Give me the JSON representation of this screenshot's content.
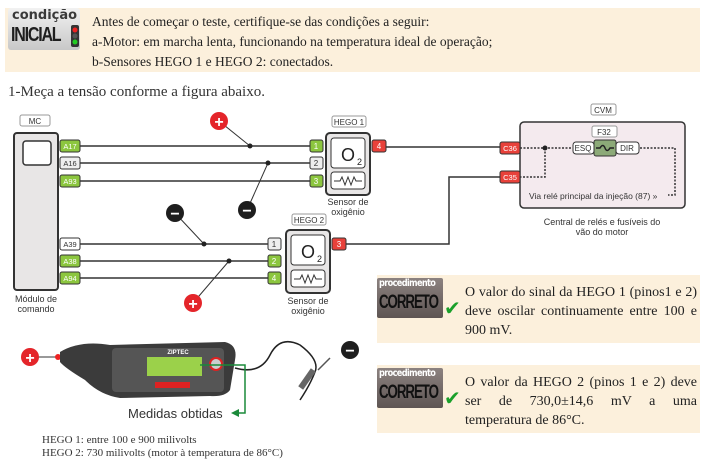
{
  "condition": {
    "badge_top": "condição",
    "badge_bottom": "INICIAL",
    "lines": [
      "Antes de começar o teste, certifique-se das condições a seguir:",
      "a-Motor: em marcha lenta, funcionando na temperatura ideal de operação;",
      "b-Sensores  HEGO 1 e HEGO 2: conectados."
    ]
  },
  "step": "1-Meça a tensão conforme a figura abaixo.",
  "diagram": {
    "mc": {
      "label": "MC",
      "caption1": "Módulo de",
      "caption2": "comando",
      "pins": [
        "A17",
        "A16",
        "A93",
        "A39",
        "A38",
        "A94"
      ]
    },
    "hego1": {
      "label": "HEGO 1",
      "pins": [
        "1",
        "2",
        "3"
      ],
      "out_pin": "4",
      "o2": "O",
      "sub": "2",
      "caption1": "Sensor de",
      "caption2": "oxigênio"
    },
    "hego2": {
      "label": "HEGO 2",
      "pins": [
        "1",
        "2",
        "4"
      ],
      "out_pin": "3",
      "o2": "O",
      "sub": "2",
      "caption1": "Sensor de",
      "caption2": "oxigênio"
    },
    "cvm": {
      "label": "CVM",
      "fuse": "F32",
      "left": "ESQ",
      "right": "DIR",
      "pins": [
        "C36",
        "C35"
      ],
      "relay_text": "Via relé principal da injeção (87) »",
      "caption1": "Central de relés e fusíveis do",
      "caption2": "vão do motor"
    },
    "plus": "+",
    "minus": "−"
  },
  "meter": {
    "brand": "ZIPTEC",
    "result_label": "Medidas obtidas"
  },
  "procedures": [
    {
      "badge_top": "procedimento",
      "badge_bottom": "CORRETO",
      "check": "✔",
      "text": "O valor do sinal da HEGO 1  (pinos1 e 2) deve oscilar continuamente entre 100 e 900 mV."
    },
    {
      "badge_top": "procedimento",
      "badge_bottom": "CORRETO",
      "check": "✔",
      "text": "O valor da HEGO 2 (pinos 1 e 2) deve ser de 730,0±14,6 mV a uma temperatura de 86°C."
    }
  ],
  "footnotes": [
    "HEGO 1: entre 100 e 900 milivolts",
    "HEGO 2: 730 milivolts (motor à temperatura de 86°C)"
  ],
  "colors": {
    "pin_green": "#8cc63f",
    "pin_red": "#e8413a",
    "cream": "#fcf0dc",
    "check": "#1aa02a"
  }
}
